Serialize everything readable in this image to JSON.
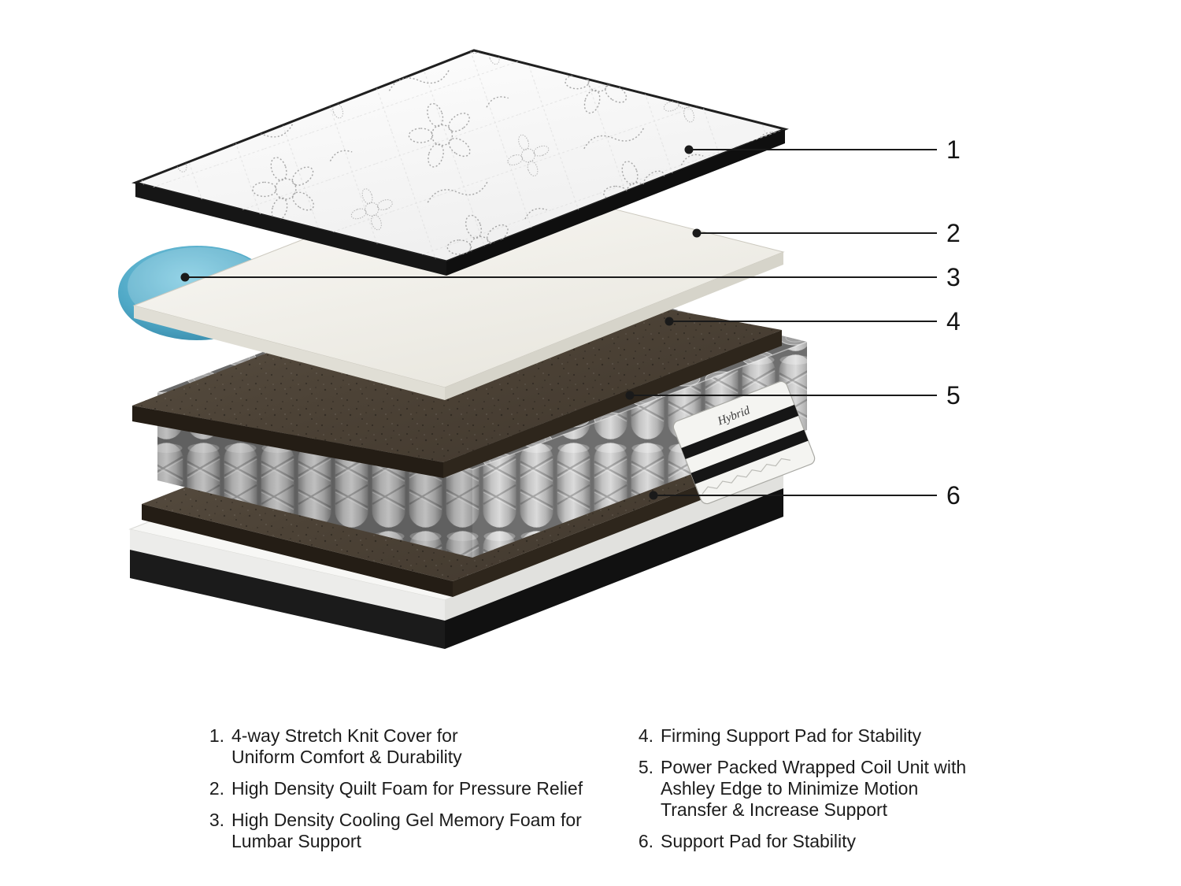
{
  "figure": {
    "corner_label": "Hybrid",
    "callouts": [
      "1",
      "2",
      "3",
      "4",
      "5",
      "6"
    ]
  },
  "legend": {
    "items": [
      {
        "num": "1.",
        "lines": [
          "4-way Stretch Knit Cover for",
          "Uniform Comfort & Durability"
        ]
      },
      {
        "num": "2.",
        "lines": [
          "High Density Quilt Foam for Pressure Relief"
        ]
      },
      {
        "num": "3.",
        "lines": [
          "High Density Cooling Gel Memory Foam for",
          "Lumbar Support"
        ]
      },
      {
        "num": "4.",
        "lines": [
          "Firming Support Pad for Stability"
        ]
      },
      {
        "num": "5.",
        "lines": [
          "Power Packed Wrapped Coil Unit with",
          "Ashley Edge to Minimize Motion",
          "Transfer & Increase Support"
        ]
      },
      {
        "num": "6.",
        "lines": [
          "Support Pad for Stability"
        ]
      }
    ]
  },
  "colors": {
    "background": "#ffffff",
    "callout_line": "#1a1a1a",
    "gel_blue": "#4fa8c6",
    "pad_brown": "#4f4539",
    "coil_gray": "#a8a8a8",
    "cover_band_black": "#161616",
    "base_white": "#f5f5f3"
  }
}
